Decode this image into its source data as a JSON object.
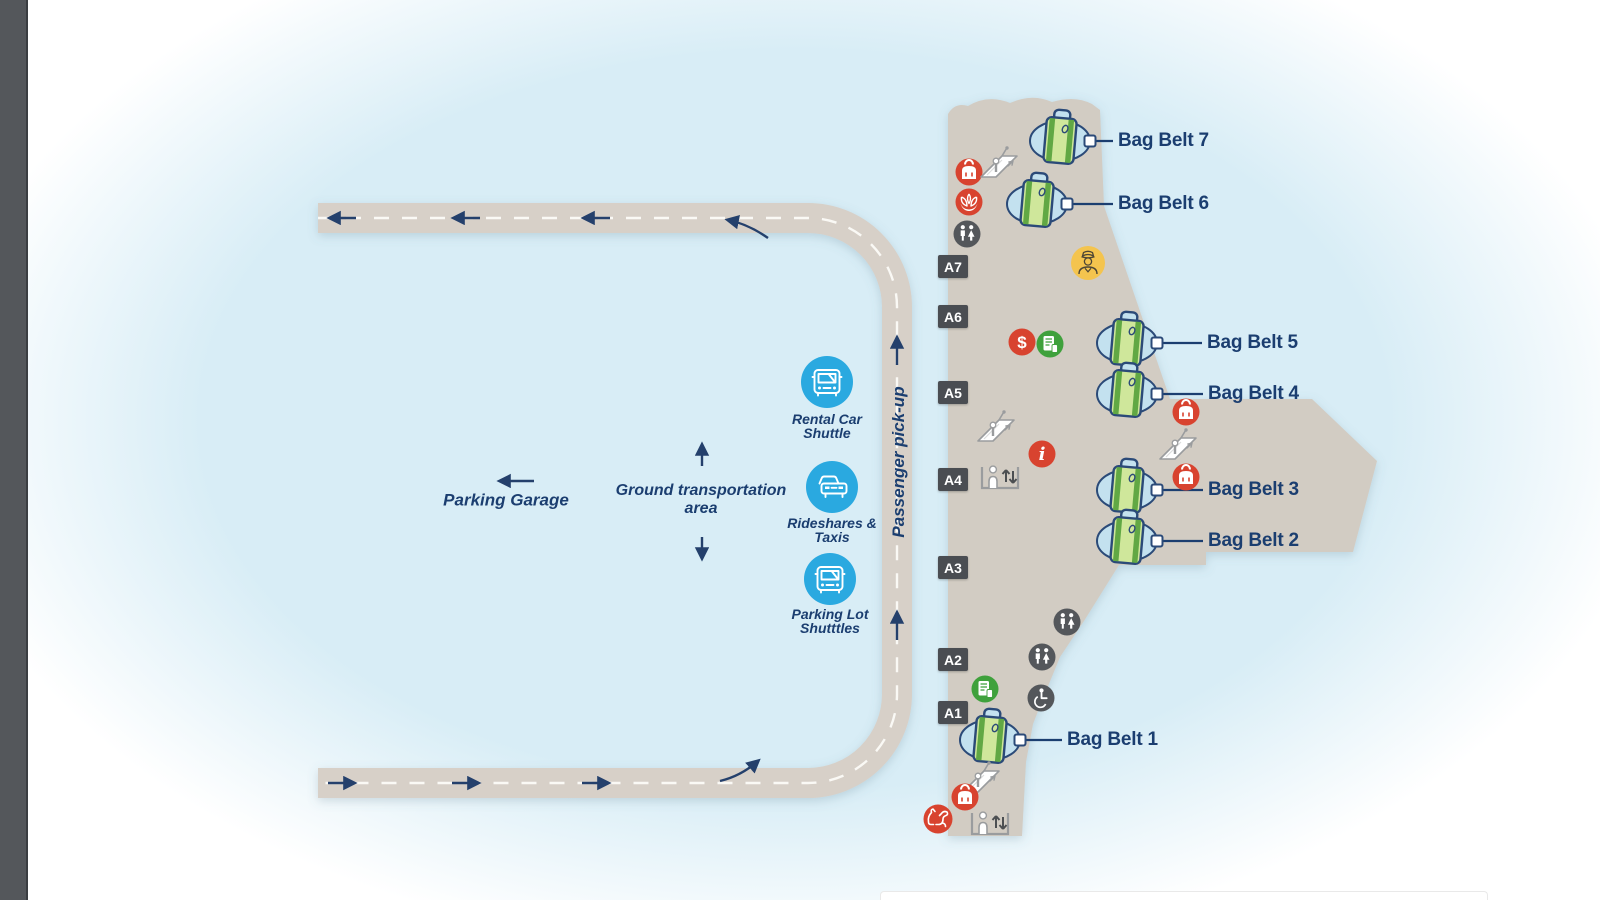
{
  "roadway": {
    "passenger_pickup_label": "Passenger pick-up"
  },
  "ground_transport": {
    "parking_garage_label": "Parking Garage",
    "area_label_line1": "Ground transportation",
    "area_label_line2": "area",
    "shuttles": [
      {
        "name": "rental-car-shuttle",
        "label_line1": "Rental Car",
        "label_line2": "Shuttle"
      },
      {
        "name": "rideshares-taxis",
        "label_line1": "Rideshares &",
        "label_line2": "Taxis"
      },
      {
        "name": "parking-lot-shuttles",
        "label_line1": "Parking Lot",
        "label_line2": "Shutttles"
      }
    ]
  },
  "terminal": {
    "gates": [
      {
        "label": "A7"
      },
      {
        "label": "A6"
      },
      {
        "label": "A5"
      },
      {
        "label": "A4"
      },
      {
        "label": "A3"
      },
      {
        "label": "A2"
      },
      {
        "label": "A1"
      }
    ],
    "bag_belts": [
      {
        "label": "Bag Belt 7"
      },
      {
        "label": "Bag Belt 6"
      },
      {
        "label": "Bag Belt 5"
      },
      {
        "label": "Bag Belt 4"
      },
      {
        "label": "Bag Belt 3"
      },
      {
        "label": "Bag Belt 2"
      },
      {
        "label": "Bag Belt 1"
      }
    ],
    "icon_glyphs": {
      "currency": "$",
      "information": "i"
    },
    "amenity_icons": [
      "baggage-office",
      "meditation-room",
      "restroom",
      "accessible-restroom",
      "escalator",
      "elevator",
      "customs-officer",
      "currency-exchange",
      "ticket-kiosk",
      "information",
      "pet-relief"
    ]
  },
  "colors": {
    "background_tint": "#d8edf6",
    "road": "#d7d0c8",
    "terminal": "#d2ccc3",
    "navy_text": "#1b3e70",
    "gate_badge": "#4a4d52",
    "icon_red": "#d8432f",
    "icon_green": "#3fa13c",
    "icon_dark_gray": "#54575b",
    "icon_yellow": "#f4c44e",
    "shuttle_blue": "#2aa9e0",
    "belt_green": "#cfe79b"
  }
}
